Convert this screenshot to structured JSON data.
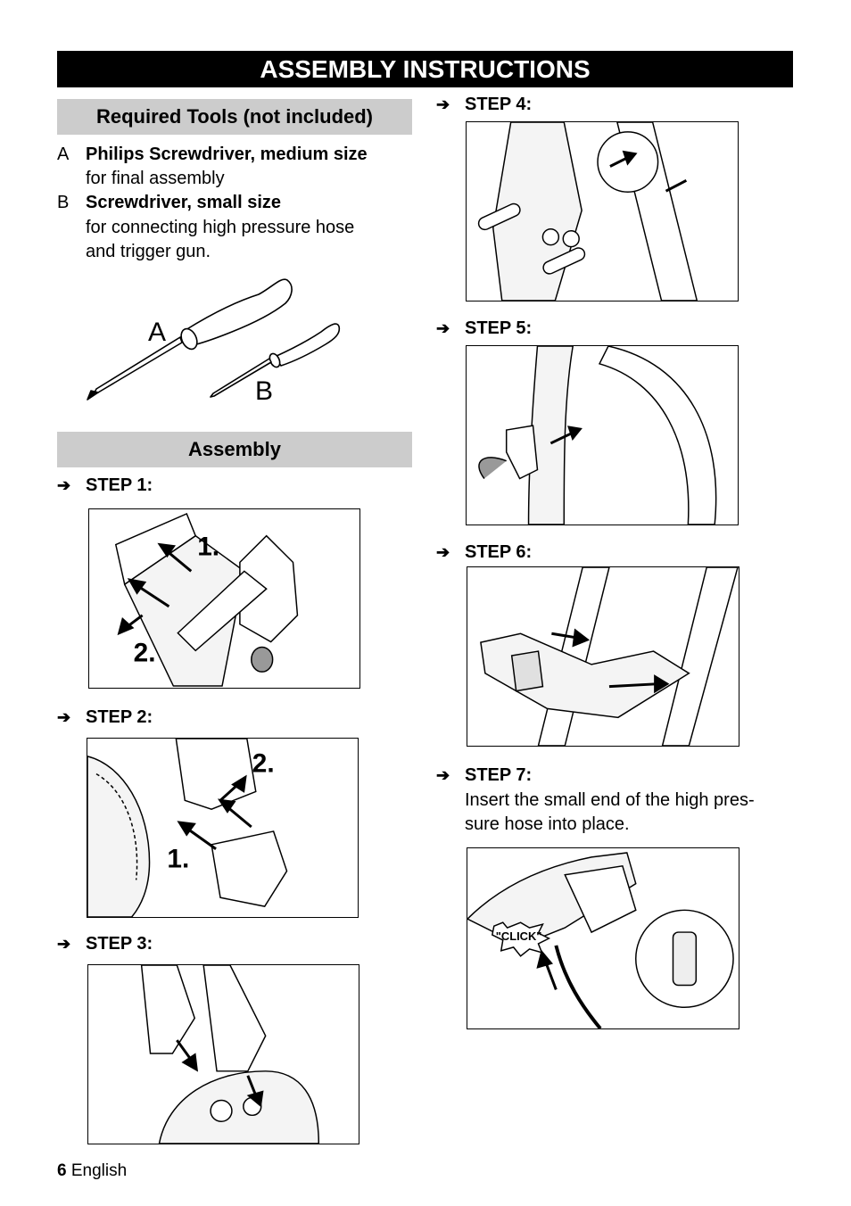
{
  "header": {
    "title": "ASSEMBLY INSTRUCTIONS"
  },
  "tools": {
    "heading": "Required Tools (not included)",
    "items": [
      {
        "letter": "A",
        "name": "Philips Screwdriver, medium size",
        "desc": [
          "for final assembly"
        ]
      },
      {
        "letter": "B",
        "name": "Screwdriver, small size",
        "desc": [
          "for connecting high pressure hose",
          "and trigger gun."
        ]
      }
    ],
    "figure_labels": {
      "a": "A",
      "b": "B"
    }
  },
  "assembly": {
    "heading": "Assembly"
  },
  "steps": [
    {
      "label": "STEP 1:",
      "callouts": [
        "1.",
        "2."
      ]
    },
    {
      "label": "STEP 2:",
      "callouts": [
        "2.",
        "1."
      ]
    },
    {
      "label": "STEP 3:"
    },
    {
      "label": "STEP 4:"
    },
    {
      "label": "STEP 5:"
    },
    {
      "label": "STEP 6:"
    },
    {
      "label": "STEP 7:",
      "text": [
        "Insert the small end of the high pres-",
        "sure hose into place."
      ],
      "callouts": [
        "\"CLICK\""
      ]
    }
  ],
  "icons": {
    "step_arrow": "arrow-right-icon",
    "step_arrow_glyph": "➔"
  },
  "footer": {
    "page_number": "6",
    "language": "English"
  }
}
